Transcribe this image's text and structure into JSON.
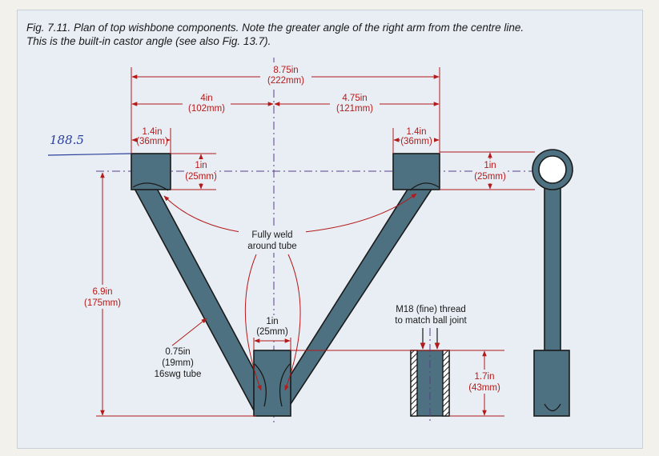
{
  "caption": {
    "line1": "Fig. 7.11. Plan of top wishbone components. Note the greater angle of the right arm from the centre line.",
    "line2": "This is the built-in castor angle (see also Fig. 13.7)."
  },
  "handwritten_note": "188.5",
  "dimensions": {
    "overall_width": {
      "imperial": "8.75in",
      "metric": "(222mm)"
    },
    "left_arm_offset": {
      "imperial": "4in",
      "metric": "(102mm)"
    },
    "right_arm_offset": {
      "imperial": "4.75in",
      "metric": "(121mm)"
    },
    "left_pad_width": {
      "imperial": "1.4in",
      "metric": "(36mm)"
    },
    "right_pad_width": {
      "imperial": "1.4in",
      "metric": "(36mm)"
    },
    "left_pad_height": {
      "imperial": "1in",
      "metric": "(25mm)"
    },
    "side_pad_height": {
      "imperial": "1in",
      "metric": "(25mm)"
    },
    "overall_height": {
      "imperial": "6.9in",
      "metric": "(175mm)"
    },
    "center_block_width": {
      "imperial": "1in",
      "metric": "(25mm)"
    },
    "boss_length": {
      "imperial": "1.7in",
      "metric": "(43mm)"
    }
  },
  "notes": {
    "weld_line1": "Fully weld",
    "weld_line2": "around tube",
    "thread_line1": "M18 (fine) thread",
    "thread_line2": "to match ball joint",
    "tube_line1": "0.75in",
    "tube_line2": "(19mm)",
    "tube_line3": "16swg tube"
  },
  "colors": {
    "steel_fill": "#4d7180",
    "steel_dark": "#2f4a56",
    "dimension_red": "#b41a1a",
    "centerline_purple": "#5a3d8c",
    "outline": "#1a1a1a"
  }
}
